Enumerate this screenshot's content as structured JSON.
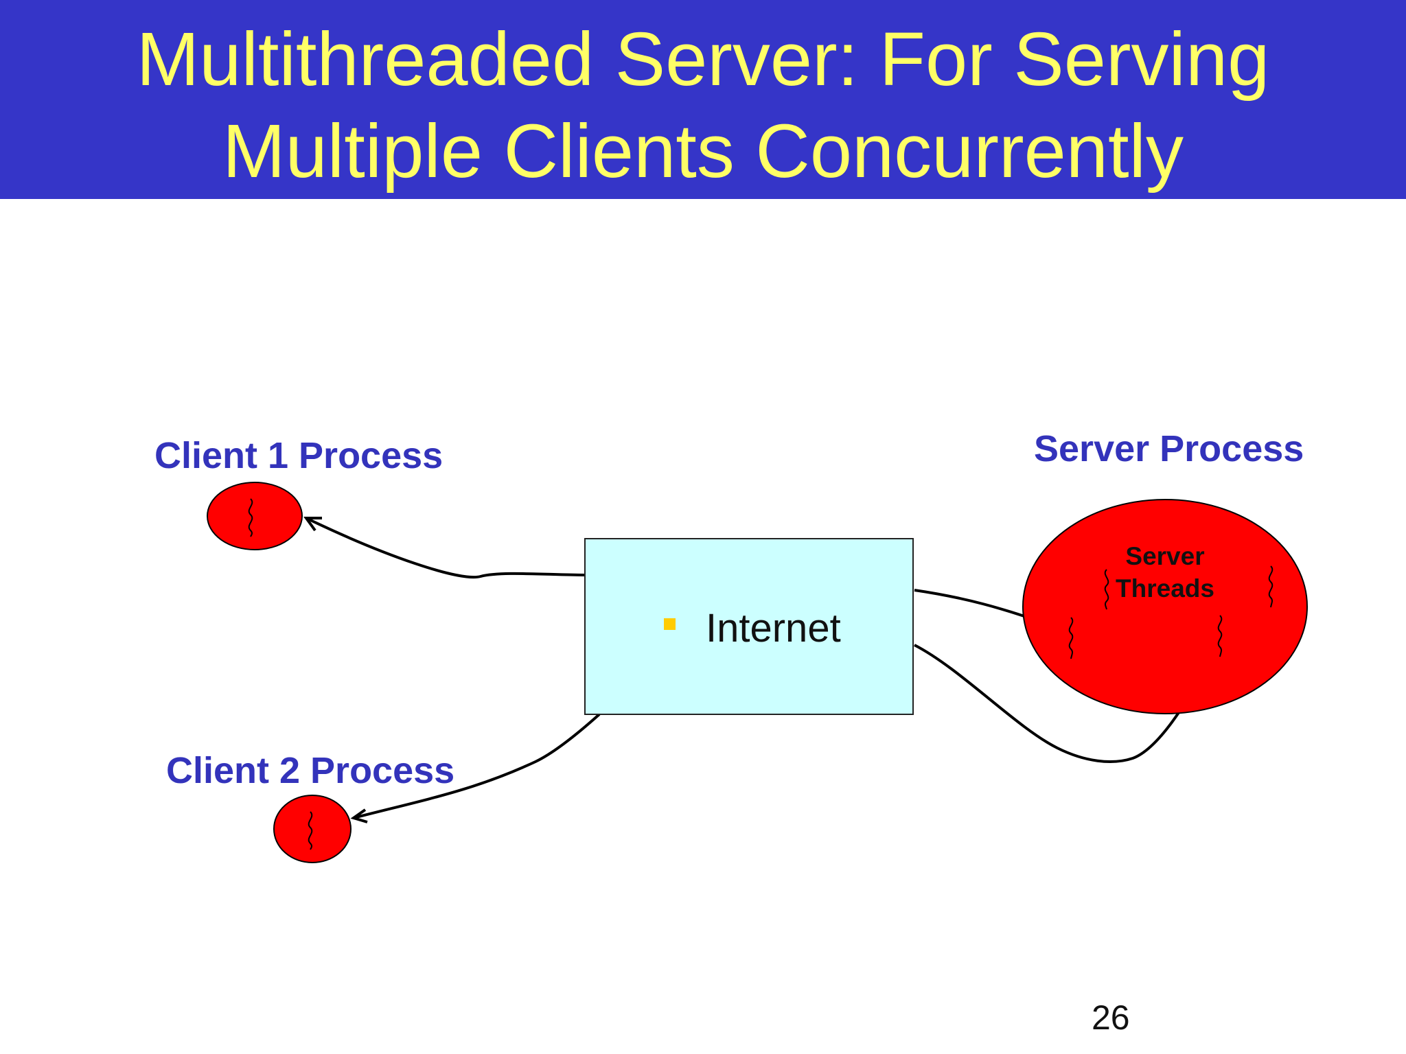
{
  "title": {
    "line1": "Multithreaded Server: For Serving",
    "line2": "Multiple Clients Concurrently"
  },
  "diagram": {
    "client1_label": "Client 1 Process",
    "client2_label": "Client 2 Process",
    "server_label": "Server Process",
    "server_threads_line1": "Server",
    "server_threads_line2": "Threads",
    "internet_label": "Internet"
  },
  "page_number": "26",
  "colors": {
    "title_background": "#3535c8",
    "title_text": "#ffff66",
    "label_text": "#3333bb",
    "process_fill": "#ff0000",
    "internet_box_fill": "#ccffff",
    "bullet": "#ffcc00"
  }
}
